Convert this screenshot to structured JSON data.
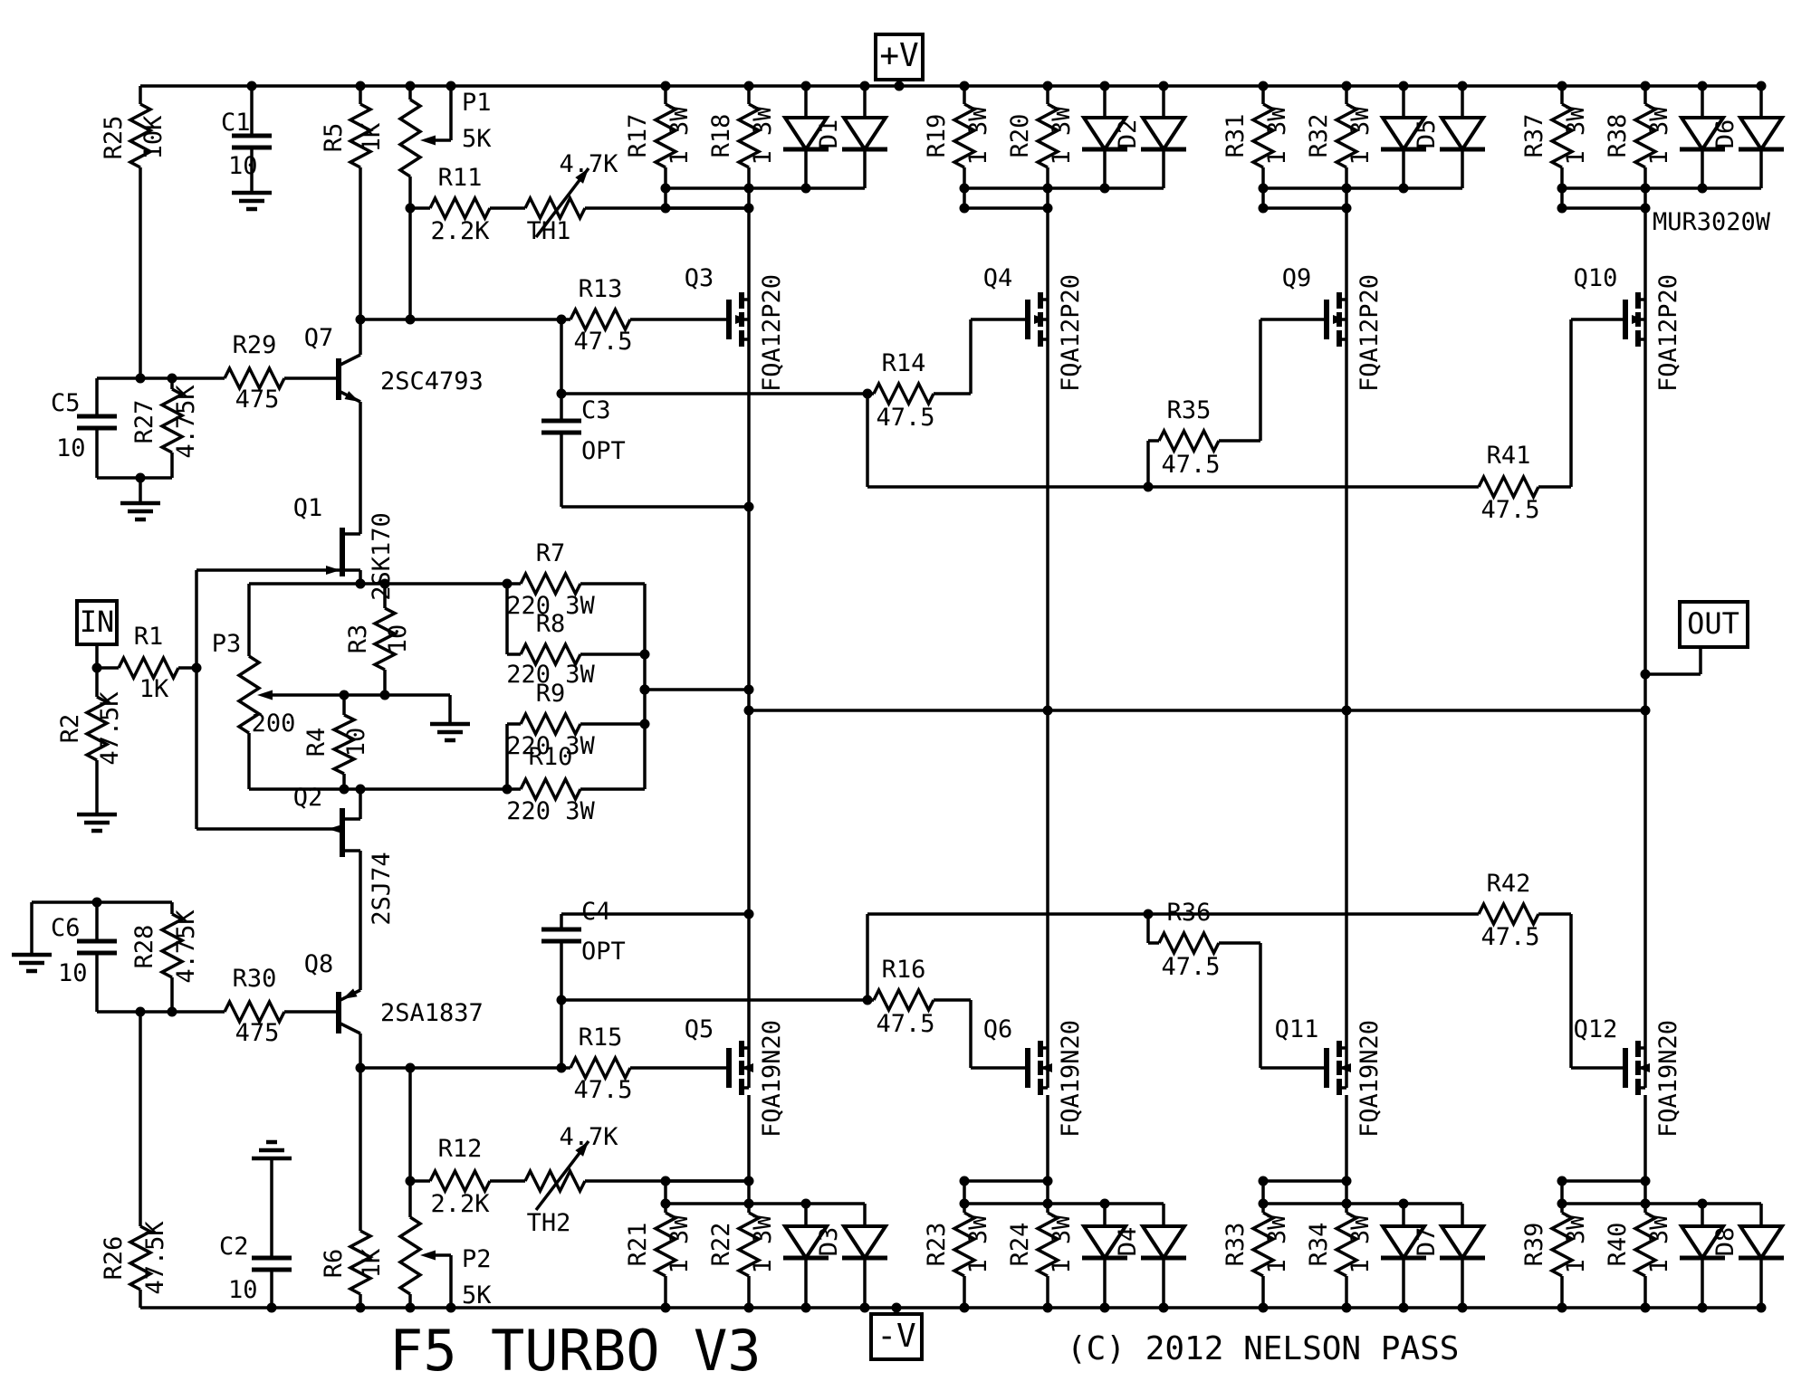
{
  "meta": {
    "title": "F5 TURBO V3",
    "copyright": "(C) 2012 NELSON PASS"
  },
  "ports": {
    "input": "IN",
    "output": "OUT",
    "v_plus": "+V",
    "v_minus": "-V"
  },
  "components": {
    "R1": {
      "label": "R1",
      "value": "1K"
    },
    "R2": {
      "label": "R2",
      "value": "47.5K"
    },
    "R3": {
      "label": "R3",
      "value": "10"
    },
    "R4": {
      "label": "R4",
      "value": "10"
    },
    "R5": {
      "label": "R5",
      "value": "1K"
    },
    "R6": {
      "label": "R6",
      "value": "1K"
    },
    "R7": {
      "label": "R7",
      "value": "220 3W"
    },
    "R8": {
      "label": "R8",
      "value": "220 3W"
    },
    "R9": {
      "label": "R9",
      "value": "220 3W"
    },
    "R10": {
      "label": "R10",
      "value": "220 3W"
    },
    "R11": {
      "label": "R11",
      "value": "2.2K"
    },
    "R12": {
      "label": "R12",
      "value": "2.2K"
    },
    "R13": {
      "label": "R13",
      "value": "47.5"
    },
    "R14": {
      "label": "R14",
      "value": "47.5"
    },
    "R15": {
      "label": "R15",
      "value": "47.5"
    },
    "R16": {
      "label": "R16",
      "value": "47.5"
    },
    "R17": {
      "label": "R17",
      "value": "1 3W"
    },
    "R18": {
      "label": "R18",
      "value": "1 3W"
    },
    "R19": {
      "label": "R19",
      "value": "1 3W"
    },
    "R20": {
      "label": "R20",
      "value": "1 3W"
    },
    "R21": {
      "label": "R21",
      "value": "1 3W"
    },
    "R22": {
      "label": "R22",
      "value": "1 3W"
    },
    "R23": {
      "label": "R23",
      "value": "1 3W"
    },
    "R24": {
      "label": "R24",
      "value": "1 3W"
    },
    "R25": {
      "label": "R25",
      "value": "10K"
    },
    "R26": {
      "label": "R26",
      "value": "47.5K"
    },
    "R27": {
      "label": "R27",
      "value": "4.75K"
    },
    "R28": {
      "label": "R28",
      "value": "4.75K"
    },
    "R29": {
      "label": "R29",
      "value": "475"
    },
    "R30": {
      "label": "R30",
      "value": "475"
    },
    "R31": {
      "label": "R31",
      "value": "1 3W"
    },
    "R32": {
      "label": "R32",
      "value": "1 3W"
    },
    "R33": {
      "label": "R33",
      "value": "1 3W"
    },
    "R34": {
      "label": "R34",
      "value": "1 3W"
    },
    "R35": {
      "label": "R35",
      "value": "47.5"
    },
    "R36": {
      "label": "R36",
      "value": "47.5"
    },
    "R37": {
      "label": "R37",
      "value": "1 3W"
    },
    "R38": {
      "label": "R38",
      "value": "1 3W"
    },
    "R39": {
      "label": "R39",
      "value": "1 3W"
    },
    "R40": {
      "label": "R40",
      "value": "1 3W"
    },
    "R41": {
      "label": "R41",
      "value": "47.5"
    },
    "R42": {
      "label": "R42",
      "value": "47.5"
    },
    "P1": {
      "label": "P1",
      "value": "5K"
    },
    "P2": {
      "label": "P2",
      "value": "5K"
    },
    "P3": {
      "label": "P3",
      "value": "200"
    },
    "TH1": {
      "label": "TH1",
      "value": "4.7K"
    },
    "TH2": {
      "label": "TH2",
      "value": "4.7K"
    },
    "C1": {
      "label": "C1",
      "value": "10"
    },
    "C2": {
      "label": "C2",
      "value": "10"
    },
    "C3": {
      "label": "C3",
      "value": "OPT"
    },
    "C4": {
      "label": "C4",
      "value": "OPT"
    },
    "C5": {
      "label": "C5",
      "value": "10"
    },
    "C6": {
      "label": "C6",
      "value": "10"
    },
    "Q1": {
      "label": "Q1",
      "value": "2SK170"
    },
    "Q2": {
      "label": "Q2",
      "value": "2SJ74"
    },
    "Q3": {
      "label": "Q3",
      "value": "FQA12P20"
    },
    "Q4": {
      "label": "Q4",
      "value": "FQA12P20"
    },
    "Q5": {
      "label": "Q5",
      "value": "FQA19N20"
    },
    "Q6": {
      "label": "Q6",
      "value": "FQA19N20"
    },
    "Q7": {
      "label": "Q7",
      "value": "2SC4793"
    },
    "Q8": {
      "label": "Q8",
      "value": "2SA1837"
    },
    "Q9": {
      "label": "Q9",
      "value": "FQA12P20"
    },
    "Q10": {
      "label": "Q10",
      "value": "FQA12P20"
    },
    "Q11": {
      "label": "Q11",
      "value": "FQA19N20"
    },
    "Q12": {
      "label": "Q12",
      "value": "FQA19N20"
    },
    "D1": {
      "label": "D1"
    },
    "D2": {
      "label": "D2"
    },
    "D3": {
      "label": "D3"
    },
    "D4": {
      "label": "D4"
    },
    "D5": {
      "label": "D5"
    },
    "D6": {
      "label": "D6",
      "value": "MUR3020W"
    },
    "D7": {
      "label": "D7"
    },
    "D8": {
      "label": "D8"
    }
  }
}
